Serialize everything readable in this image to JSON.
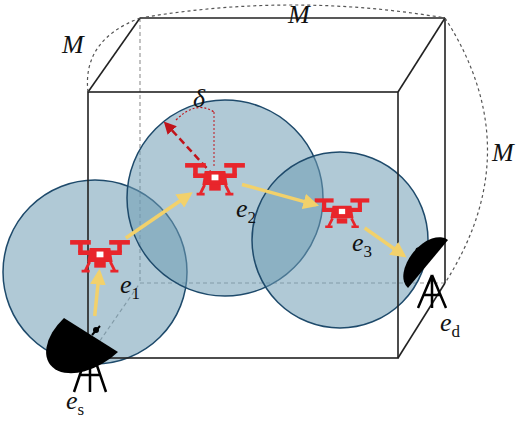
{
  "diagram": {
    "nodes": [
      {
        "text": [
          "es"
        ]
      },
      {
        "text": [
          "e1"
        ]
      },
      {
        "text": [
          "e2"
        ]
      },
      {
        "text": [
          "e3"
        ]
      },
      {
        "text": [
          "ed"
        ]
      }
    ],
    "edges": [
      {
        "from": 0,
        "to": 1,
        "arrow": "to"
      },
      {
        "from": 1,
        "to": 2,
        "arrow": "to"
      },
      {
        "from": 2,
        "to": 3,
        "arrow": "to"
      },
      {
        "from": 3,
        "to": 4,
        "arrow": "to"
      }
    ],
    "labels": [
      "M",
      "M",
      "M",
      "δ"
    ]
  }
}
